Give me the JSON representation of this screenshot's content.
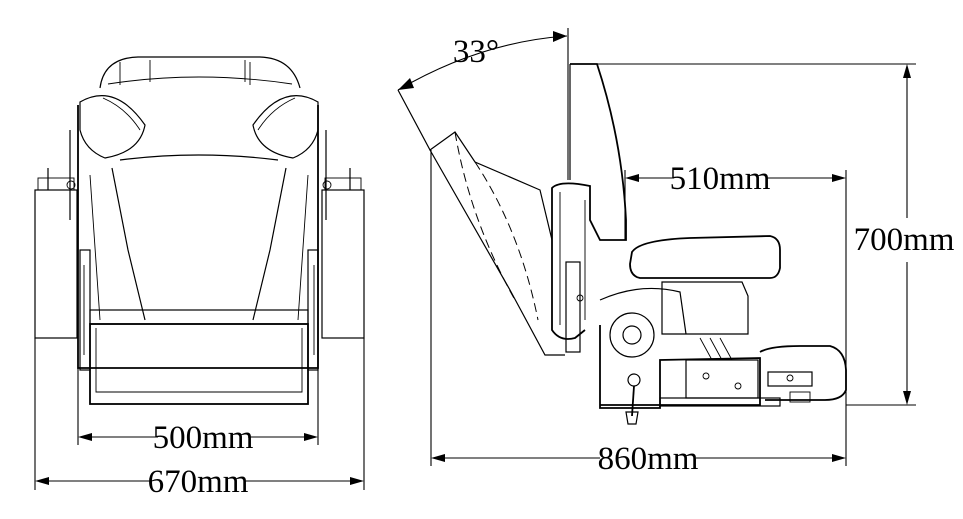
{
  "dimensions": {
    "front_inner_width": "500mm",
    "front_outer_width": "670mm",
    "side_depth": "510mm",
    "side_total_length": "860mm",
    "side_height": "700mm",
    "recline_angle": "33°"
  },
  "views": [
    "front-view",
    "side-view"
  ],
  "colors": {
    "line": "#000000",
    "background": "#ffffff"
  }
}
